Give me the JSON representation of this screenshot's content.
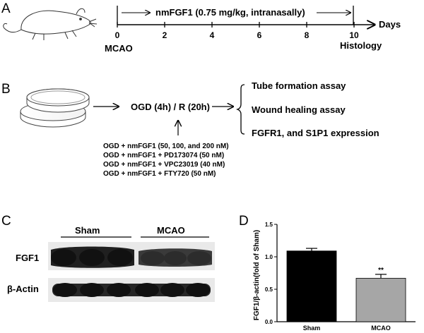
{
  "panelA": {
    "letter": "A",
    "treatment": "nmFGF1 (0.75 mg/kg, intranasally)",
    "timeline_ticks": [
      "0",
      "2",
      "4",
      "6",
      "8",
      "10"
    ],
    "axis_unit": "Days",
    "start_event": "MCAO",
    "end_event": "Histology"
  },
  "panelB": {
    "letter": "B",
    "ogd": "OGD (4h) / R (20h)",
    "assays": [
      "Tube formation assay",
      "Wound healing assay",
      "FGFR1, and S1P1 expression"
    ],
    "conditions": [
      "OGD + nmFGF1 (50, 100, and 200 nM)",
      "OGD + nmFGF1 + PD173074 (50 nM)",
      "OGD + nmFGF1 + VPC23019 (40 nM)",
      "OGD + nmFGF1 + FTY720 (50 nM)"
    ]
  },
  "panelC": {
    "letter": "C",
    "groups": [
      "Sham",
      "MCAO"
    ],
    "rows": [
      "FGF1",
      "β-Actin"
    ]
  },
  "panelD": {
    "letter": "D"
  },
  "chart_data": {
    "type": "bar",
    "categories": [
      "Sham",
      "MCAO"
    ],
    "values": [
      1.09,
      0.67
    ],
    "errors": [
      0.04,
      0.06
    ],
    "ylabel": "FGF1/β-actin(fold of Sham)",
    "ylim": [
      0,
      1.5
    ],
    "yticks": [
      "0.0",
      "0.5",
      "1.0",
      "1.5"
    ],
    "annotations": [
      {
        "category": "MCAO",
        "text": "**"
      }
    ],
    "colors": [
      "#000000",
      "#a6a6a6"
    ]
  }
}
